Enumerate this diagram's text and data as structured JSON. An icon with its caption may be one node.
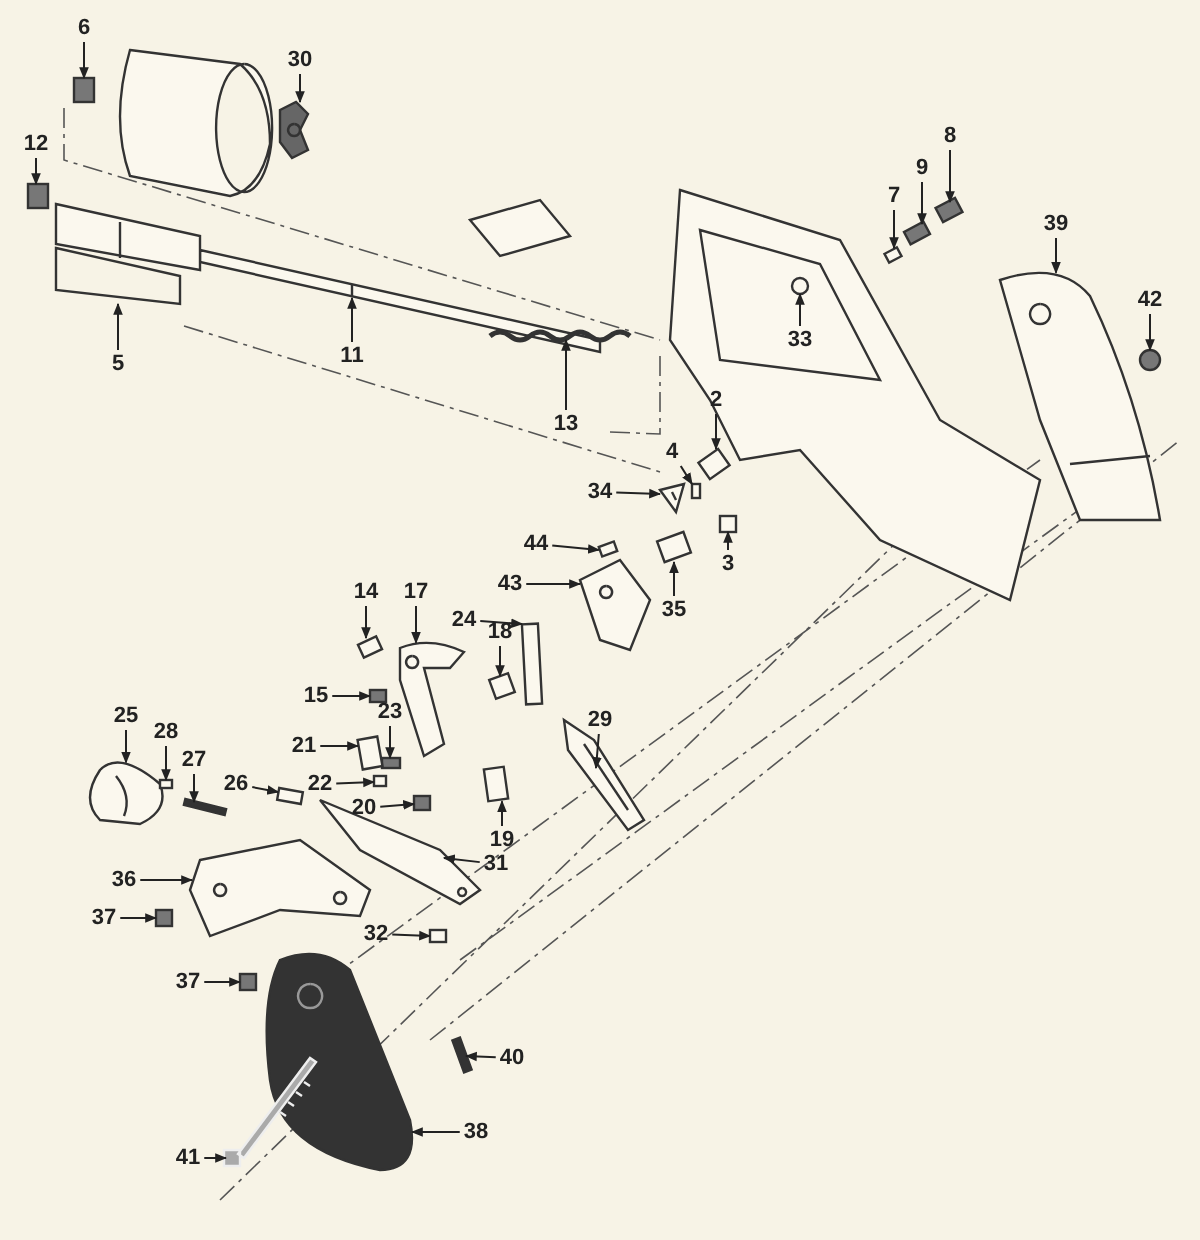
{
  "diagram": {
    "nodes": [
      {
        "text": [
          "6"
        ]
      },
      {
        "text": [
          "30"
        ]
      },
      {
        "text": [
          "8"
        ]
      },
      {
        "text": [
          "9"
        ]
      },
      {
        "text": [
          "12"
        ]
      },
      {
        "text": [
          "7"
        ]
      },
      {
        "text": [
          "39"
        ]
      },
      {
        "text": [
          "33"
        ]
      },
      {
        "text": [
          "42"
        ]
      },
      {
        "text": [
          "11"
        ]
      },
      {
        "text": [
          "5"
        ]
      },
      {
        "text": [
          "13"
        ]
      },
      {
        "text": [
          "2"
        ]
      },
      {
        "text": [
          "4"
        ]
      },
      {
        "text": [
          "34"
        ]
      },
      {
        "text": [
          "3"
        ]
      },
      {
        "text": [
          "44"
        ]
      },
      {
        "text": [
          "43"
        ]
      },
      {
        "text": [
          "35"
        ]
      },
      {
        "text": [
          "14"
        ]
      },
      {
        "text": [
          "17"
        ]
      },
      {
        "text": [
          "24"
        ]
      },
      {
        "text": [
          "18"
        ]
      },
      {
        "text": [
          "29"
        ]
      },
      {
        "text": [
          "15"
        ]
      },
      {
        "text": [
          "25"
        ]
      },
      {
        "text": [
          "23"
        ]
      },
      {
        "text": [
          "28"
        ]
      },
      {
        "text": [
          "21"
        ]
      },
      {
        "text": [
          "27"
        ]
      },
      {
        "text": [
          "22"
        ]
      },
      {
        "text": [
          "26"
        ]
      },
      {
        "text": [
          "20"
        ]
      },
      {
        "text": [
          "19"
        ]
      },
      {
        "text": [
          "31"
        ]
      },
      {
        "text": [
          "36"
        ]
      },
      {
        "text": [
          "37"
        ]
      },
      {
        "text": [
          "32"
        ]
      },
      {
        "text": [
          "37"
        ]
      },
      {
        "text": [
          "40"
        ]
      },
      {
        "text": [
          "38"
        ]
      },
      {
        "text": [
          "41"
        ]
      },
      {
        "text": [],
        "shape": "box"
      },
      {
        "text": [],
        "shape": "picture"
      },
      {
        "text": [],
        "shape": "box"
      },
      {
        "text": [],
        "shape": "box"
      },
      {
        "text": [],
        "shape": "box"
      },
      {
        "text": [],
        "shape": "box"
      },
      {
        "text": [],
        "shape": "picture"
      },
      {
        "text": [],
        "shape": "circle"
      },
      {
        "text": [],
        "shape": "circle"
      },
      {
        "text": [],
        "shape": "picture"
      },
      {
        "text": [],
        "shape": "picture"
      },
      {
        "text": [],
        "shape": "picture"
      },
      {
        "text": [],
        "shape": "box"
      },
      {
        "text": [],
        "shape": "box"
      },
      {
        "text": [],
        "shape": "picture"
      },
      {
        "text": [],
        "shape": "box"
      },
      {
        "text": [],
        "shape": "box"
      },
      {
        "text": [],
        "shape": "picture"
      },
      {
        "text": [],
        "shape": "box"
      },
      {
        "text": [],
        "shape": "box"
      },
      {
        "text": [],
        "shape": "picture"
      },
      {
        "text": [],
        "shape": "box"
      },
      {
        "text": [],
        "shape": "box"
      },
      {
        "text": [],
        "shape": "picture"
      },
      {
        "text": [],
        "shape": "box"
      },
      {
        "text": [],
        "shape": "picture"
      },
      {
        "text": [],
        "shape": "box"
      },
      {
        "text": [],
        "shape": "box"
      },
      {
        "text": [],
        "shape": "box"
      },
      {
        "text": [],
        "shape": "box"
      },
      {
        "text": [],
        "shape": "box"
      },
      {
        "text": [],
        "shape": "box"
      },
      {
        "text": [],
        "shape": "box"
      },
      {
        "text": [],
        "shape": "box"
      },
      {
        "text": [],
        "shape": "picture"
      },
      {
        "text": [],
        "shape": "picture"
      },
      {
        "text": [],
        "shape": "box"
      },
      {
        "text": [],
        "shape": "box"
      },
      {
        "text": [],
        "shape": "box"
      },
      {
        "text": [],
        "shape": "box"
      },
      {
        "text": [],
        "shape": "picture"
      },
      {
        "text": [],
        "shape": "picture"
      }
    ],
    "edges": [
      {
        "from": 0,
        "to": 42,
        "arrow": "to"
      },
      {
        "from": 1,
        "to": 43,
        "arrow": "to"
      },
      {
        "from": 2,
        "to": 44,
        "arrow": "to"
      },
      {
        "from": 3,
        "to": 45,
        "arrow": "to"
      },
      {
        "from": 4,
        "to": 46,
        "arrow": "to"
      },
      {
        "from": 5,
        "to": 47,
        "arrow": "to"
      },
      {
        "from": 6,
        "to": 48,
        "arrow": "to"
      },
      {
        "from": 7,
        "to": 49,
        "arrow": "to"
      },
      {
        "from": 8,
        "to": 50,
        "arrow": "to"
      },
      {
        "from": 9,
        "to": 51,
        "arrow": "to"
      },
      {
        "from": 10,
        "to": 52,
        "arrow": "to"
      },
      {
        "from": 11,
        "to": 53,
        "arrow": "to"
      },
      {
        "from": 12,
        "to": 54,
        "arrow": "to"
      },
      {
        "from": 13,
        "to": 55,
        "arrow": "to"
      },
      {
        "from": 14,
        "to": 56,
        "arrow": "to"
      },
      {
        "from": 15,
        "to": 57,
        "arrow": "to"
      },
      {
        "from": 16,
        "to": 58,
        "arrow": "to"
      },
      {
        "from": 17,
        "to": 59,
        "arrow": "to"
      },
      {
        "from": 18,
        "to": 60,
        "arrow": "to"
      },
      {
        "from": 19,
        "to": 61,
        "arrow": "to"
      },
      {
        "from": 20,
        "to": 62,
        "arrow": "to"
      },
      {
        "from": 21,
        "to": 63,
        "arrow": "to"
      },
      {
        "from": 22,
        "to": 64,
        "arrow": "to"
      },
      {
        "from": 23,
        "to": 65,
        "arrow": "to"
      },
      {
        "from": 24,
        "to": 66,
        "arrow": "to"
      },
      {
        "from": 25,
        "to": 67,
        "arrow": "to"
      },
      {
        "from": 26,
        "to": 68,
        "arrow": "to"
      },
      {
        "from": 27,
        "to": 69,
        "arrow": "to"
      },
      {
        "from": 28,
        "to": 70,
        "arrow": "to"
      },
      {
        "from": 29,
        "to": 71,
        "arrow": "to"
      },
      {
        "from": 30,
        "to": 72,
        "arrow": "to"
      },
      {
        "from": 31,
        "to": 73,
        "arrow": "to"
      },
      {
        "from": 32,
        "to": 74,
        "arrow": "to"
      },
      {
        "from": 33,
        "to": 75,
        "arrow": "to"
      },
      {
        "from": 34,
        "to": 76,
        "arrow": "to"
      },
      {
        "from": 35,
        "to": 77,
        "arrow": "to"
      },
      {
        "from": 36,
        "to": 78,
        "arrow": "to"
      },
      {
        "from": 37,
        "to": 79,
        "arrow": "to"
      },
      {
        "from": 38,
        "to": 80,
        "arrow": "to"
      },
      {
        "from": 39,
        "to": 81,
        "arrow": "to"
      },
      {
        "from": 40,
        "to": 82,
        "arrow": "to"
      },
      {
        "from": 41,
        "to": 83,
        "arrow": "to"
      }
    ]
  }
}
